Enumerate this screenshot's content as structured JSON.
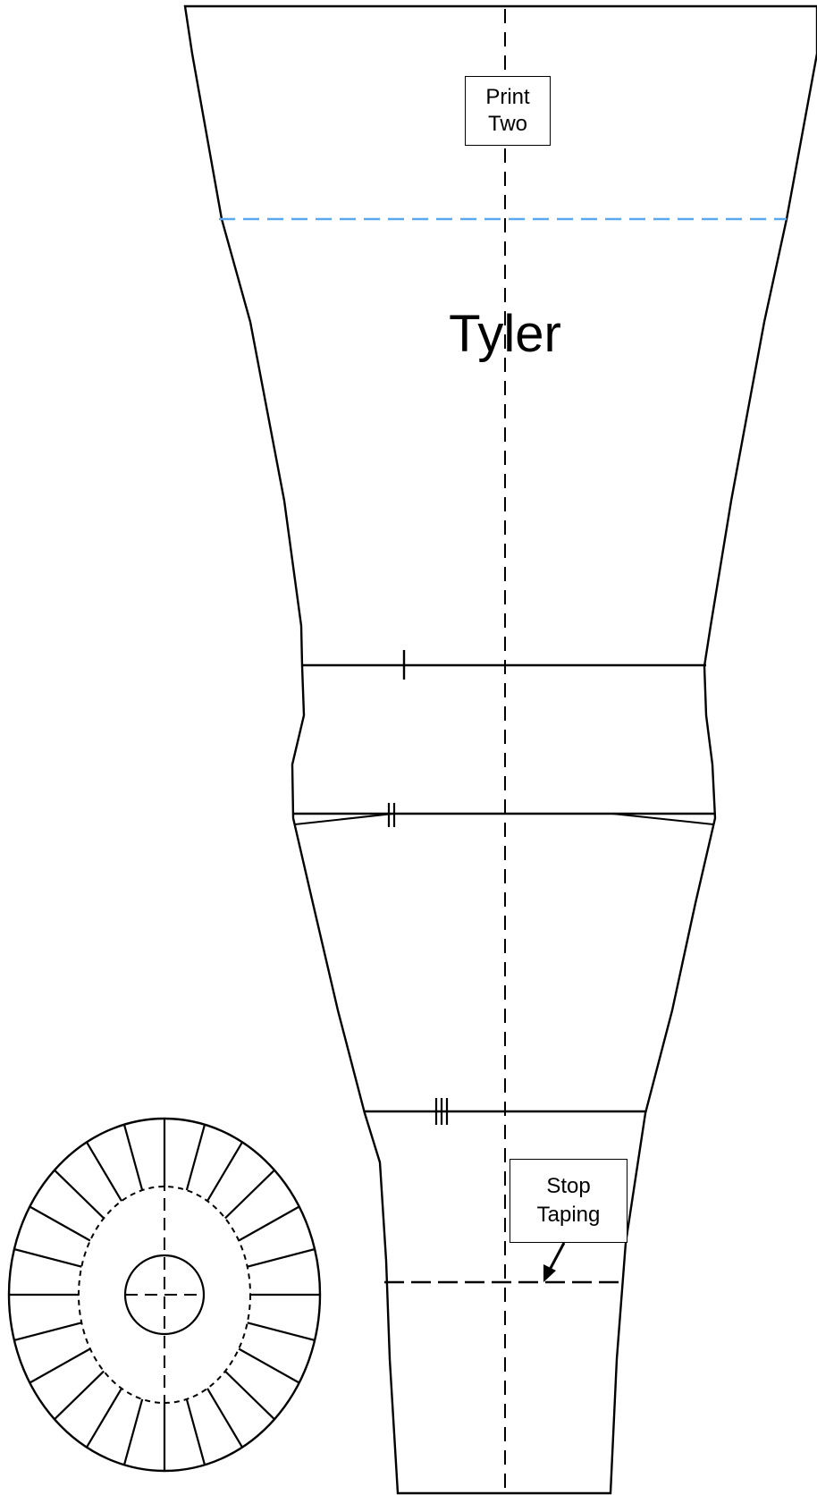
{
  "title": "Tyler",
  "print_label": {
    "line1": "Print",
    "line2": "Two"
  },
  "stop_label": {
    "line1": "Stop",
    "line2": "Taping"
  },
  "colors": {
    "outline": "#000000",
    "guide_line": "#5aa9f0",
    "background": "#ffffff"
  },
  "notch_marks": [
    {
      "name": "notch-single",
      "count": 1
    },
    {
      "name": "notch-double",
      "count": 2
    },
    {
      "name": "notch-triple",
      "count": 3
    }
  ]
}
